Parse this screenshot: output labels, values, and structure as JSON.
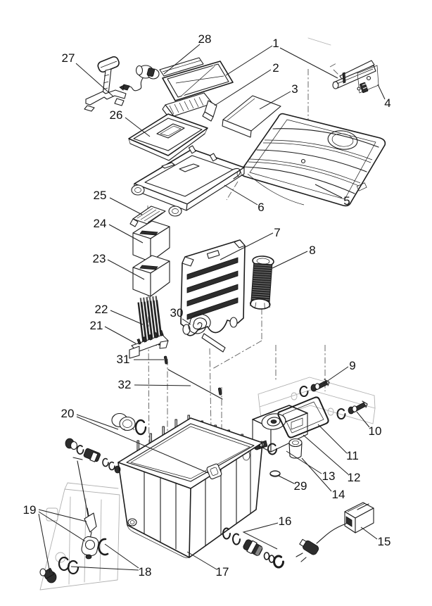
{
  "diagram": {
    "kind": "exploded-parts-diagram",
    "background": "#ffffff",
    "ink_color": "#1c1c1c",
    "ghost_color": "#b0b0b0",
    "construction_color": "#5a5a5a",
    "callouts": [
      {
        "label": "1",
        "part": "strainer-tray"
      },
      {
        "label": "2",
        "part": "ribbed-bar"
      },
      {
        "label": "3",
        "part": "flat-cover"
      },
      {
        "label": "4",
        "part": "latch-bracket"
      },
      {
        "label": "5",
        "part": "lid"
      },
      {
        "label": "6",
        "part": "carrier-frame"
      },
      {
        "label": "7",
        "part": "slotted-panel"
      },
      {
        "label": "8",
        "part": "ribbed-cartridge"
      },
      {
        "label": "9",
        "part": "screw-small"
      },
      {
        "label": "10",
        "part": "screw-large"
      },
      {
        "label": "11",
        "part": "gasket"
      },
      {
        "label": "12",
        "part": "housing"
      },
      {
        "label": "13",
        "part": "fitting-with-oring"
      },
      {
        "label": "14",
        "part": "outlet-stub"
      },
      {
        "label": "15",
        "part": "power-supply"
      },
      {
        "label": "16",
        "part": "hose-tail-set"
      },
      {
        "label": "17",
        "part": "container"
      },
      {
        "label": "18",
        "part": "seal-kit"
      },
      {
        "label": "19",
        "part": "drain-lever-kit"
      },
      {
        "label": "20",
        "part": "bulkhead-fitting"
      },
      {
        "label": "21",
        "part": "base-bracket"
      },
      {
        "label": "22",
        "part": "grid-comb"
      },
      {
        "label": "23",
        "part": "foam-block-lower"
      },
      {
        "label": "24",
        "part": "foam-block-upper"
      },
      {
        "label": "25",
        "part": "grate"
      },
      {
        "label": "26",
        "part": "strainer-basket"
      },
      {
        "label": "27",
        "part": "stand-clamp"
      },
      {
        "label": "28",
        "part": "pump-motor"
      },
      {
        "label": "29",
        "part": "grommet"
      },
      {
        "label": "30",
        "part": "coil-spring"
      },
      {
        "label": "31",
        "part": "pin-short"
      },
      {
        "label": "32",
        "part": "pin-long"
      }
    ]
  }
}
